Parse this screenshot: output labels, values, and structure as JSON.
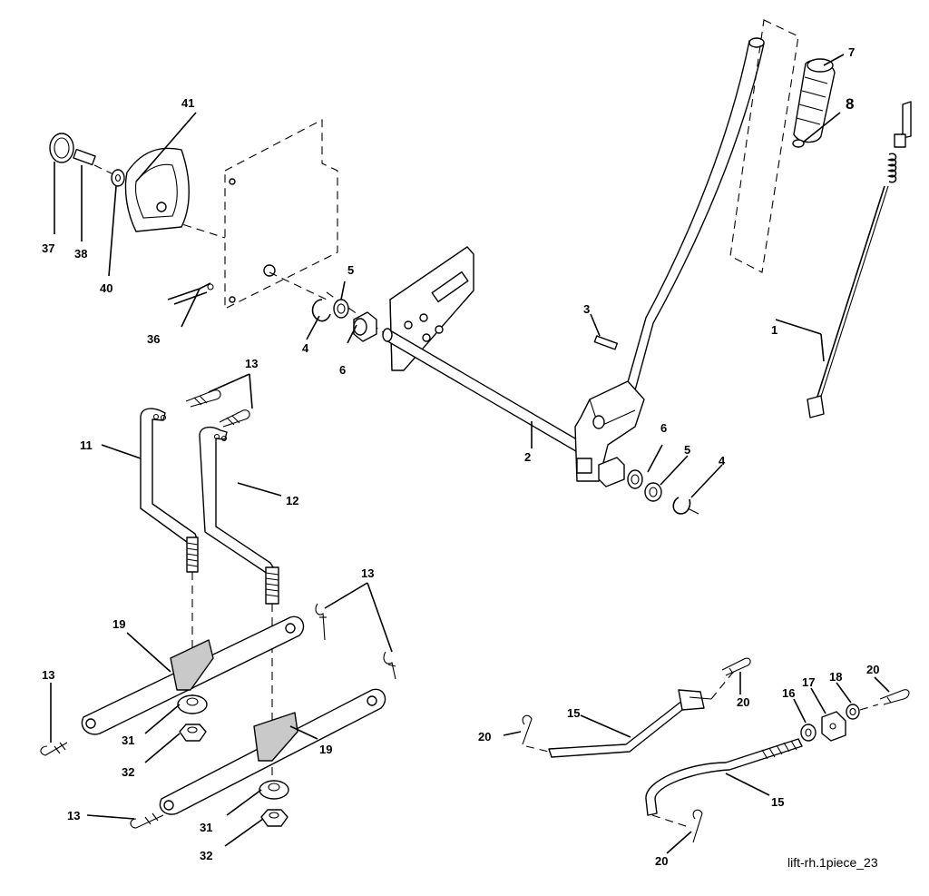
{
  "caption": "lift-rh.1piece_23",
  "labels": {
    "p1": "1",
    "p2": "2",
    "p3": "3",
    "p4a": "4",
    "p4b": "4",
    "p5a": "5",
    "p5b": "5",
    "p6a": "6",
    "p6b": "6",
    "p7": "7",
    "p8": "8",
    "p11": "11",
    "p12": "12",
    "p13a": "13",
    "p13b": "13",
    "p13c": "13",
    "p13d": "13",
    "p15a": "15",
    "p15b": "15",
    "p16": "16",
    "p17": "17",
    "p18": "18",
    "p19a": "19",
    "p19b": "19",
    "p20a": "20",
    "p20b": "20",
    "p20c": "20",
    "p20d": "20",
    "p31a": "31",
    "p31b": "31",
    "p32a": "32",
    "p32b": "32",
    "p36": "36",
    "p37": "37",
    "p38": "38",
    "p40": "40",
    "p41": "41"
  }
}
